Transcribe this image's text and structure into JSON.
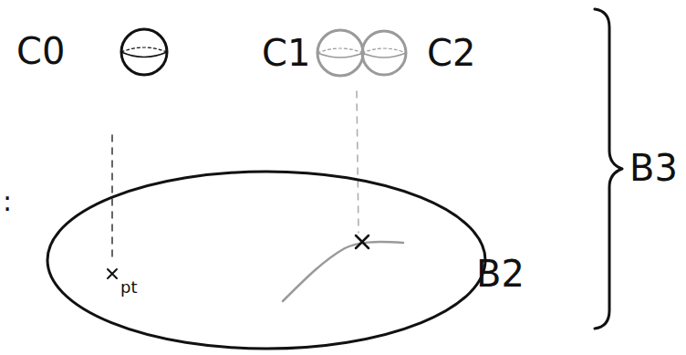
{
  "diagram": {
    "labels": [
      ":",
      "C0",
      "C1",
      "C2",
      "pt",
      "B2",
      "B3"
    ]
  }
}
